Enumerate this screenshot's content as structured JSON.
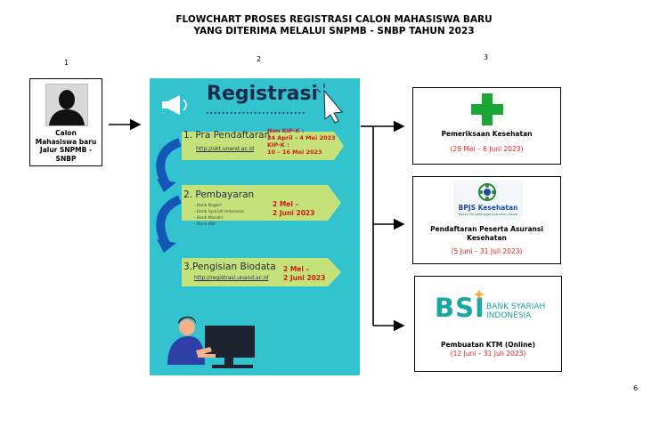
{
  "title": {
    "line1": "FLOWCHART PROSES REGISTRASI CALON MAHASISWA BARU",
    "line2": "YANG DITERIMA MELALUI SNPMB - SNBP TAHUN 2023"
  },
  "columns": [
    "1",
    "2",
    "3"
  ],
  "candidate": {
    "line1": "Calon",
    "line2": "Mahasiswa baru",
    "line3": "Jalur SNPMB -",
    "line4": "SNBP"
  },
  "registrasi": {
    "heading": "Registrasi",
    "step1": {
      "label": "1. Pra Pendaftaran",
      "link": "http://ukt.unand.ac.id",
      "date1_label": "Non KIP-K :",
      "date1": "24 April – 4 Mei 2023",
      "date2_label": "KIP-K :",
      "date2": "10 – 16 Mei 2023"
    },
    "step2": {
      "label": "2. Pembayaran",
      "banks": [
        "- Bank Nagari",
        "- Bank Syariah Indonesia",
        "- Bank Mandiri",
        "- Bank BNI"
      ],
      "date_line1": "2 Mei –",
      "date_line2": "2 Juni 2023"
    },
    "step3": {
      "label": "3.Pengisian Biodata",
      "link": "http://registrasi.unand.ac.id",
      "date_line1": "2 Mei –",
      "date_line2": "2 Juni 2023"
    }
  },
  "outcomes": [
    {
      "title": "Pemeriksaan Kesehatan",
      "date": "(29 Mei – 6 Juni 2023)"
    },
    {
      "logo_line1": "BPJS Kesehatan",
      "logo_line2": "Badan Penyelenggara Jaminan Sosial",
      "title_line1": "Pendaftaran Peserta Asuransi",
      "title_line2": "Kesehatan",
      "date": "(5 Juni – 31 Juli 2023)"
    },
    {
      "logo_main": "BSI",
      "logo_line1": "BANK SYARIAH",
      "logo_line2": "INDONESIA",
      "title": "Pembuatan KTM (Online)",
      "date": "(12 Juni – 31 Juli 2023)"
    }
  ],
  "page_number": "6",
  "colors": {
    "poster_bg": "#33c3cf",
    "banner": "#c5e17a",
    "arrow_blue": "#1457b8",
    "cross_green": "#19a838",
    "date_red": "#e02020",
    "bsi_teal": "#1aa7a3",
    "bsi_orange": "#f5a623",
    "bpjs_green": "#2a8a3a"
  },
  "icons": [
    "person-silhouette-icon",
    "megaphone-icon",
    "cursor-icon",
    "green-cross-icon",
    "computer-user-icon"
  ]
}
